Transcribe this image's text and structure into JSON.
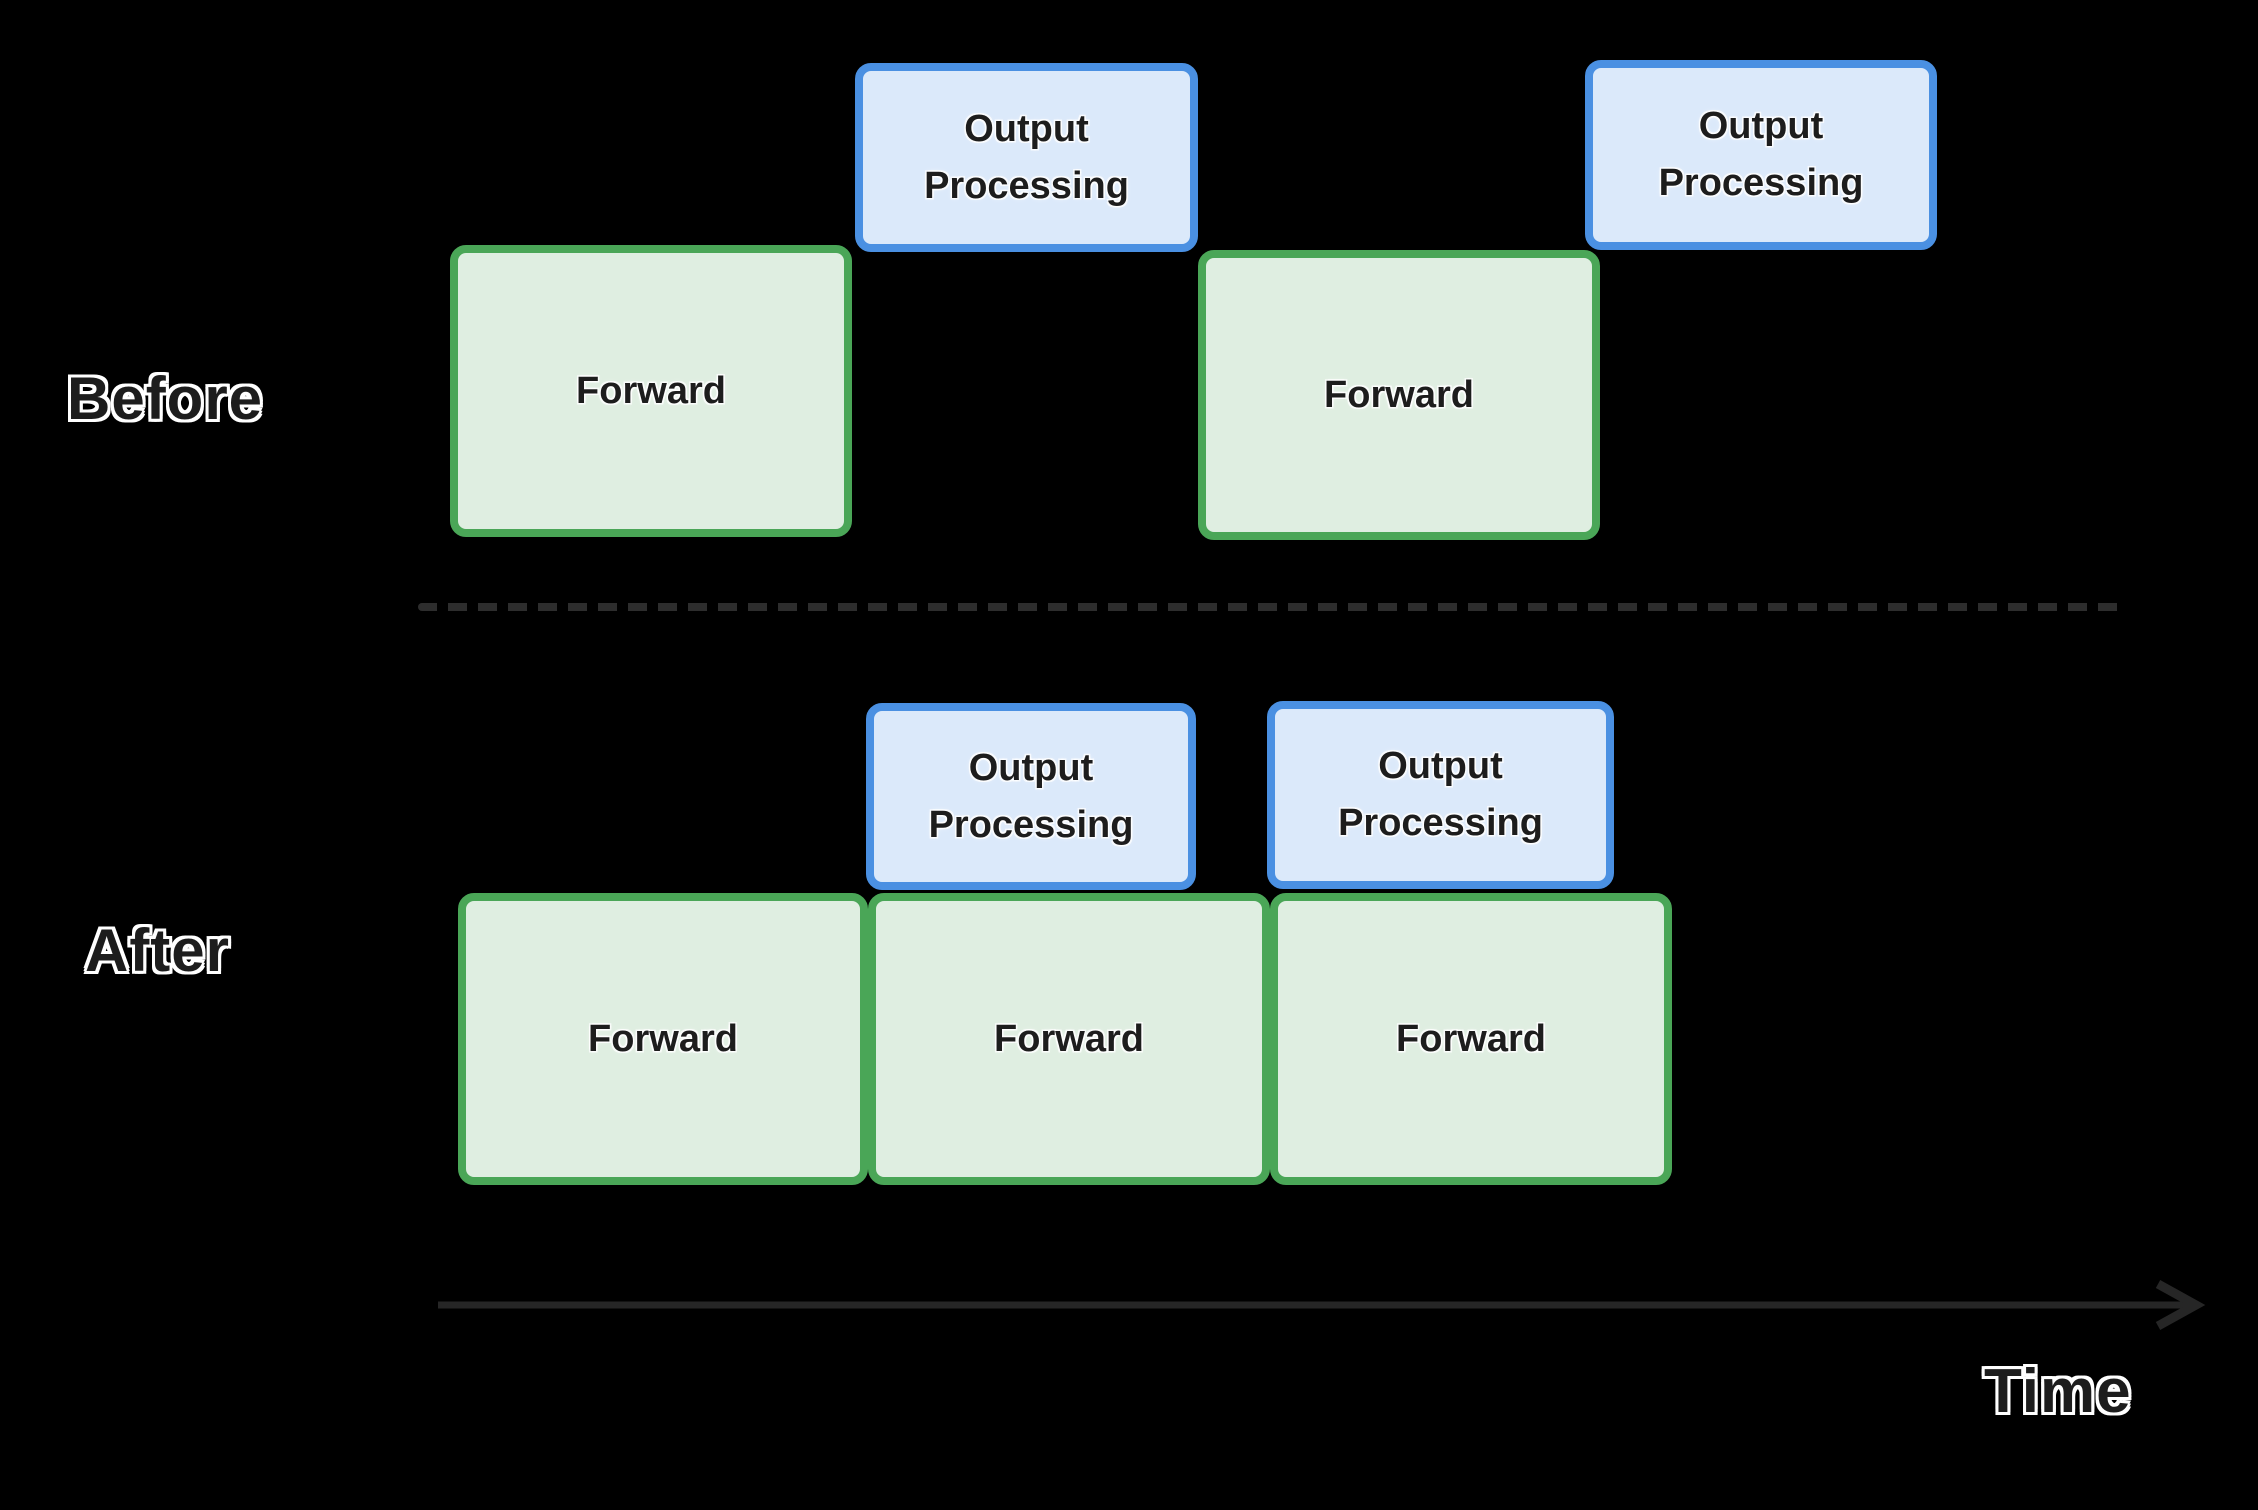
{
  "sections": {
    "before": {
      "label": "Before",
      "boxes": [
        {
          "type": "forward",
          "label": "Forward"
        },
        {
          "type": "output_processing",
          "label": "Output Processing"
        },
        {
          "type": "forward",
          "label": "Forward"
        },
        {
          "type": "output_processing",
          "label": "Output Processing"
        }
      ]
    },
    "after": {
      "label": "After",
      "boxes": [
        {
          "type": "forward",
          "label": "Forward"
        },
        {
          "type": "forward",
          "label": "Forward"
        },
        {
          "type": "forward",
          "label": "Forward"
        },
        {
          "type": "output_processing",
          "label": "Output Processing"
        },
        {
          "type": "output_processing",
          "label": "Output Processing"
        }
      ]
    }
  },
  "time_axis": {
    "label": "Time"
  },
  "colors": {
    "background": "#000000",
    "forward_fill": "#dfeee1",
    "forward_border": "#4aa657",
    "output_fill": "#dbe9fa",
    "output_border": "#4a90e2",
    "box_text": "#1d1d1d",
    "divider": "#2d2d2d",
    "arrow": "#262626",
    "label_fill": "#1d1d1d",
    "label_outline": "#ffffff"
  }
}
